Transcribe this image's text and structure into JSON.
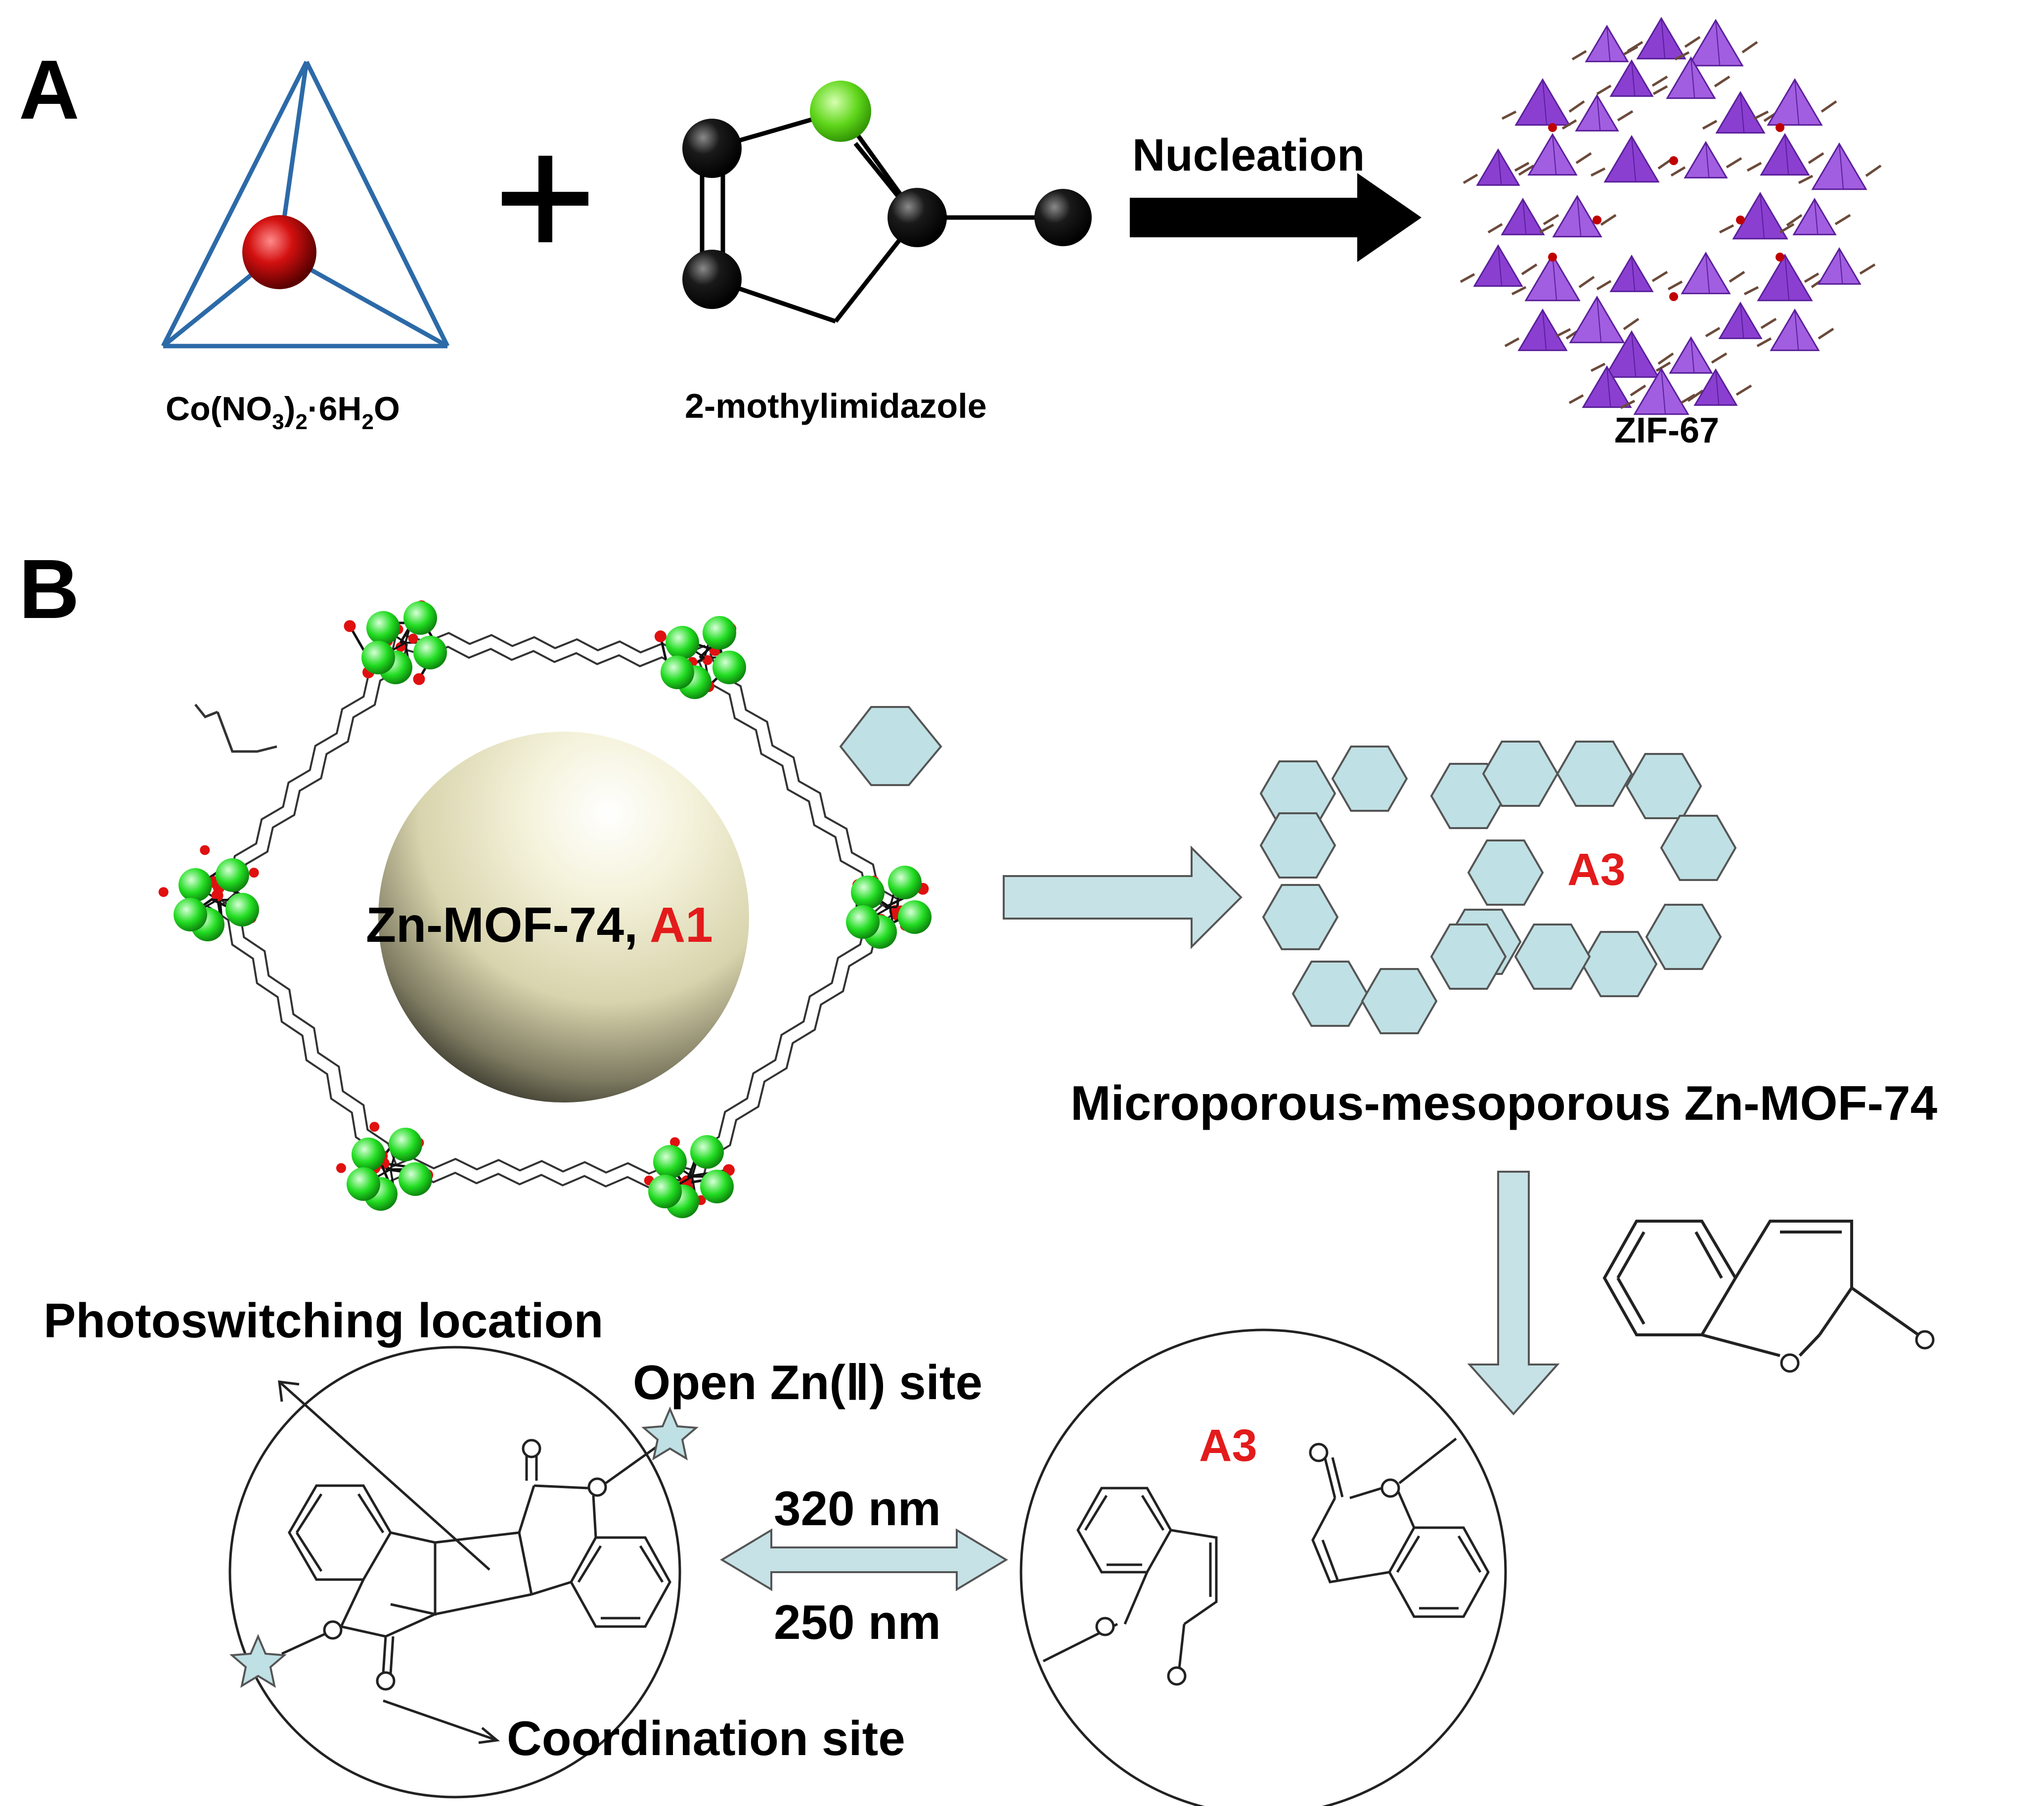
{
  "panel_a": {
    "letter": "A",
    "reagent1": "Co(NO3)2·6H2O",
    "reagent1_parts": {
      "a": "Co(NO",
      "b": "3",
      "c": ")",
      "d": "2",
      "e": "·6H",
      "f": "2",
      "g": "O"
    },
    "plus": "+",
    "reagent2": "2-mothylimidazole",
    "arrow_label": "Nucleation",
    "product": "ZIF-67"
  },
  "panel_b": {
    "letter": "B",
    "mof_label": "Zn-MOF-74, ",
    "mof_label_red": "A1",
    "hier_label": "A3",
    "hier_caption": "Microporous-mesoporous Zn-MOF-74",
    "photo_label": "Photoswitching location",
    "open_site": "Open Zn(Ⅱ) site",
    "coord_site": "Coordination site",
    "wave_up": "320 nm",
    "wave_down": "250 nm",
    "monomer_label": "A3"
  },
  "colors": {
    "accent_red": "#e31b1b",
    "hexagon_fill": "#bfe0e4",
    "arrow_fill": "#c6e2e6",
    "cobalt_red": "#c00000",
    "zn_green": "#22dd22",
    "polyhedra_purple": "#8a3fd1",
    "tetra_line": "#2c6aa8"
  }
}
